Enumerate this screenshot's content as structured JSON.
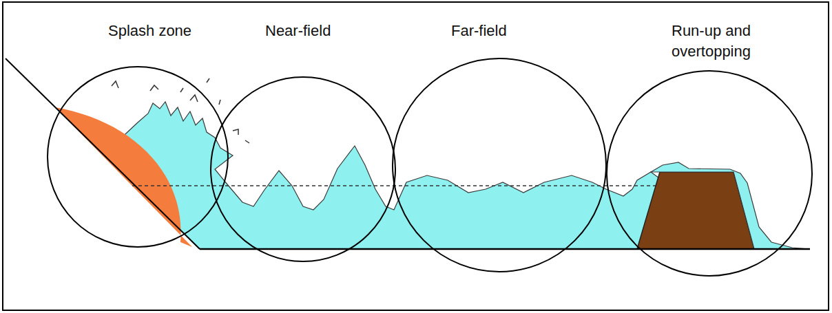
{
  "diagram": {
    "nodes": [
      {
        "text": [
          "Splash zone"
        ]
      },
      {
        "text": [
          "Near-field"
        ]
      },
      {
        "text": [
          "Far-field"
        ]
      },
      {
        "text": [
          "Run-up and overtopping"
        ]
      }
    ]
  }
}
